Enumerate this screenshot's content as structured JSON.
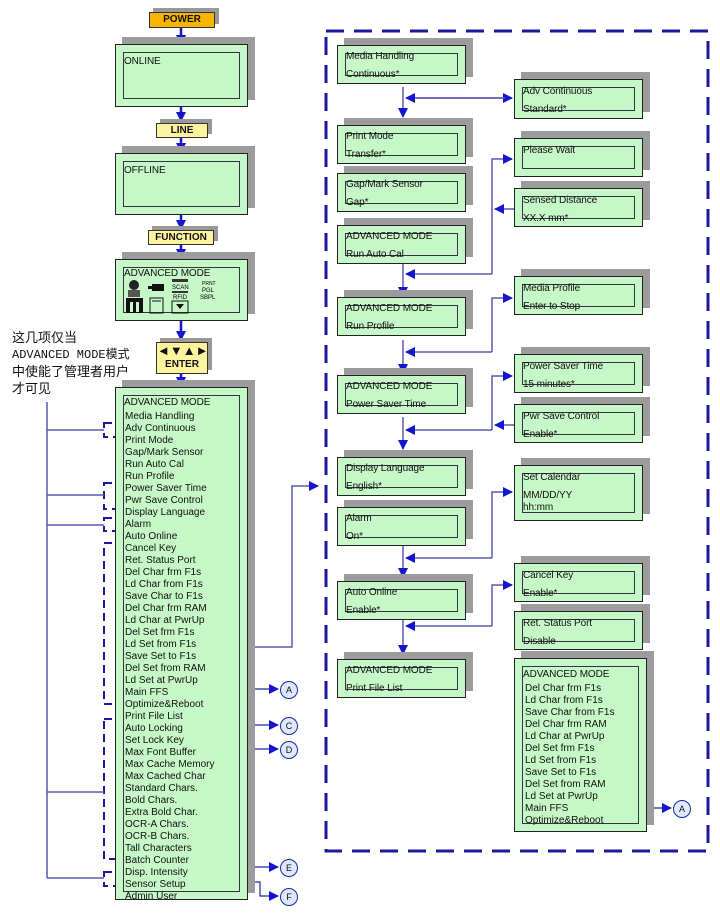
{
  "left_flow": {
    "keys": {
      "power": "POWER",
      "line": "LINE",
      "function": "FUNCTION",
      "enter": "ENTER",
      "enter_arrows": "◄▼▲►"
    },
    "online_display": "ONLINE",
    "offline_display": "OFFLINE",
    "advanced_icon_display": {
      "title": "ADVANCED MODE",
      "icons": [
        "admin-user-icon",
        "tools-icon",
        "connector-icon",
        "document-icon",
        "scan-icon",
        "rfid-icon",
        "printer-icon",
        "language-icon"
      ],
      "icon_labels": [
        "SCAN",
        "RFID",
        "PRNT",
        "PGL",
        "SBPL"
      ]
    },
    "note_lines": [
      "这几项仅当",
      "ADVANCED MODE模式",
      "中使能了管理者用户",
      "才可见"
    ],
    "menu": {
      "title": "ADVANCED MODE",
      "items": [
        "Media Handling",
        "Adv Continuous",
        "Print Mode",
        "Gap/Mark Sensor",
        "Run Auto Cal",
        "Run Profile",
        "Power Saver Time",
        "Pwr Save Control",
        "Display Language",
        "Alarm",
        "Auto Online",
        "Cancel Key",
        "Ret. Status Port",
        "Del Char frm F1s",
        "Ld Char from F1s",
        "Save Char to F1s",
        "Del Char frm RAM",
        "Ld Char at PwrUp",
        "Del Set frm F1s",
        "Ld Set from F1s",
        "Save Set to F1s",
        "Del Set from RAM",
        "Ld Set at PwrUp",
        "Main FFS",
        "Optimize&Reboot",
        "Print File List",
        "Auto Locking",
        "Set Lock Key",
        "Max Font Buffer",
        "Max Cache Memory",
        "Max Cached Char",
        "Standard Chars.",
        "Bold Chars.",
        "Extra Bold Char.",
        "OCR-A Chars.",
        "OCR-B Chars.",
        "Tall Characters",
        "Batch Counter",
        "Disp. Intensity",
        "Sensor Setup",
        "Admin User"
      ]
    },
    "connectors": [
      "A",
      "C",
      "D",
      "E",
      "F"
    ]
  },
  "right_flow": {
    "main_column": [
      {
        "l1": "Media Handling",
        "l2": "Continuous*"
      },
      {
        "l1": "Print Mode",
        "l2": "Transfer*"
      },
      {
        "l1": "Gap/Mark Sensor",
        "l2": "Gap*"
      },
      {
        "l1": "ADVANCED MODE",
        "l2": "Run Auto Cal"
      },
      {
        "l1": "ADVANCED MODE",
        "l2": "Run Profile"
      },
      {
        "l1": "ADVANCED MODE",
        "l2": "Power Saver Time"
      },
      {
        "l1": "Display Language",
        "l2": "English*"
      },
      {
        "l1": "Alarm",
        "l2": "On*"
      },
      {
        "l1": "Auto Online",
        "l2": "Enable*"
      },
      {
        "l1": "ADVANCED MODE",
        "l2": "Print File List"
      }
    ],
    "side_column": [
      {
        "l1": "Adv Continuous",
        "l2": "Standard*"
      },
      {
        "l1": "Please Wait",
        "l2": ""
      },
      {
        "l1": "Sensed Distance",
        "l2": "XX.X  mm*"
      },
      {
        "l1": "Media Profile",
        "l2": "Enter to Stop"
      },
      {
        "l1": "Power Saver Time",
        "l2": "15 minutes*"
      },
      {
        "l1": "Pwr Save Control",
        "l2": "Enable*"
      },
      {
        "l1": "Set Calendar",
        "l2": "MM/DD/YY",
        "l3": "hh:mm"
      },
      {
        "l1": "Cancel Key",
        "l2": "Enable*"
      },
      {
        "l1": "Ret. Status Port",
        "l2": "Disable"
      }
    ],
    "advanced_submenu": {
      "title": "ADVANCED MODE",
      "items": [
        "Del Char frm F1s",
        "Ld Char from F1s",
        "Save Char from F1s",
        "Del Char frm RAM",
        "Ld Char at PwrUp",
        "Del Set frm F1s",
        "Ld Set from F1s",
        "Save Set to F1s",
        "Del Set from RAM",
        "Ld Set at PwrUp",
        "Main FFS",
        "Optimize&Reboot"
      ],
      "connector": "A"
    }
  },
  "colors": {
    "lcd_fill": "#c6f7c6",
    "power_key": "#f7b500",
    "yellow_key": "#fbf39e",
    "arrow_blue": "#1515d0",
    "dashed_blue": "#1a1a9a",
    "line_blue": "#5a5ab0"
  }
}
